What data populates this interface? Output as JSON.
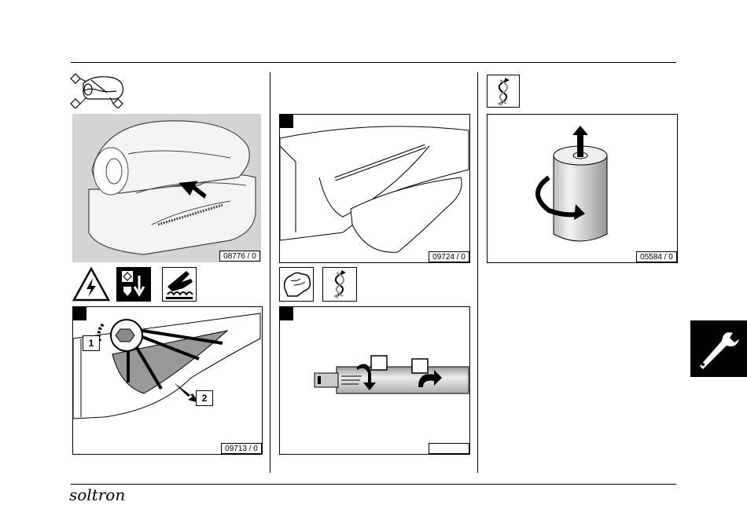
{
  "figures": {
    "top_left": {
      "code": "08776 / 0"
    },
    "top_middle": {
      "code": "09724 / 0"
    },
    "top_right": {
      "code": "05584 / 0"
    },
    "bottom_left": {
      "code": "09713 / 0",
      "callouts": [
        "1",
        "2"
      ]
    },
    "bottom_middle": {
      "code": ""
    }
  },
  "icons": [
    "device-overview-icon",
    "high-voltage-warning-icon",
    "disconnect-power-icon",
    "hot-surface-warning-icon",
    "wear-gloves-icon",
    "replace-part-icon",
    "replace-part-icon",
    "wrench-icon"
  ],
  "footer": {
    "logo": "soltron"
  },
  "colors": {
    "ink": "#000000",
    "paper": "#ffffff",
    "photo_gray": "#d4d4d4",
    "tube_gray": "#c8c8c8"
  }
}
